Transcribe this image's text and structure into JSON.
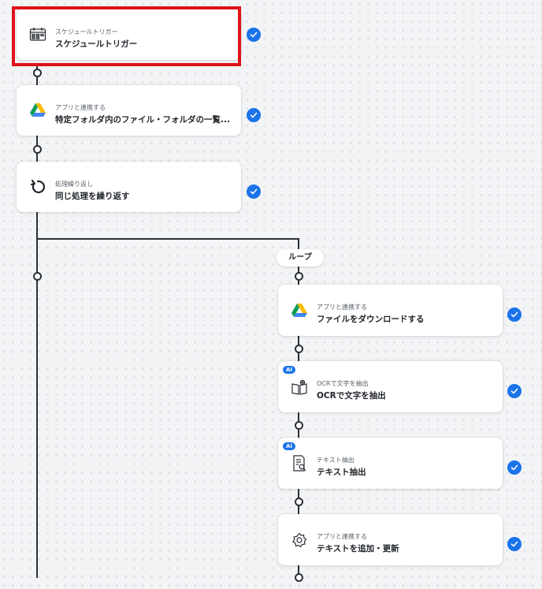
{
  "steps": [
    {
      "subtitle": "スケジュールトリガー",
      "title": "スケジュールトリガー",
      "icon": "calendar-clock-icon",
      "status": "completed"
    },
    {
      "subtitle": "アプリと連携する",
      "title": "特定フォルダ内のファイル・フォルダの一覧...",
      "icon": "google-drive-icon",
      "status": "completed"
    },
    {
      "subtitle": "処理繰り返し",
      "title": "同じ処理を繰り返す",
      "icon": "repeat-icon",
      "status": "completed"
    }
  ],
  "loop": {
    "label": "ループ",
    "steps": [
      {
        "subtitle": "アプリと連携する",
        "title": "ファイルをダウンロードする",
        "icon": "google-drive-icon",
        "status": "completed"
      },
      {
        "subtitle": "OCRで文字を抽出",
        "title": "OCRで文字を抽出",
        "icon": "ocr-book-icon",
        "badge": "AI",
        "status": "completed"
      },
      {
        "subtitle": "テキスト抽出",
        "title": "テキスト抽出",
        "icon": "document-search-icon",
        "badge": "AI",
        "status": "completed"
      },
      {
        "subtitle": "アプリと連携する",
        "title": "テキストを追加・更新",
        "icon": "app-integration-icon",
        "status": "completed"
      }
    ]
  },
  "colors": {
    "accent": "#1a73e8",
    "highlight": "#e0121a"
  }
}
